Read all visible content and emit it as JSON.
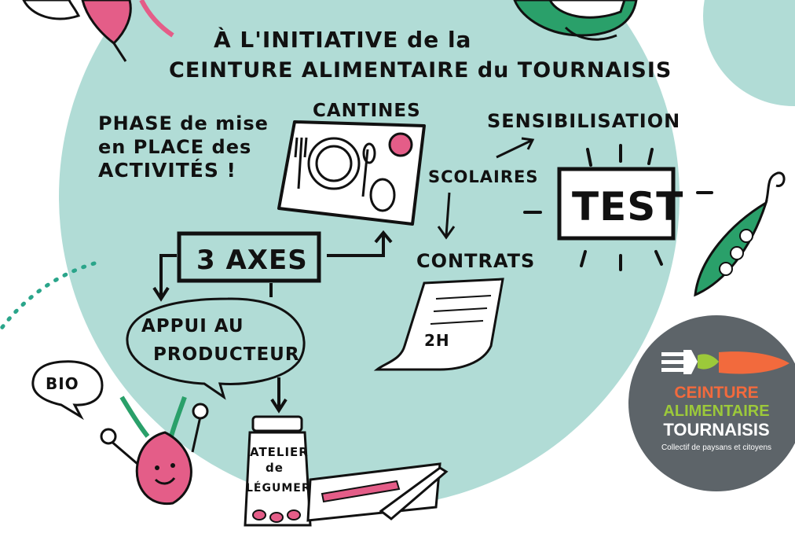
{
  "header": {
    "line1": "À L'INITIATIVE de la",
    "line2": "CEINTURE ALIMENTAIRE du TOURNAISIS"
  },
  "phase_note": {
    "line1": "PHASE de mise",
    "line2": "en PLACE des",
    "line3": "ACTIVITÉS !"
  },
  "axes_box": "3 AXES",
  "cantines": "CANTINES",
  "scolaires": "SCOLAIRES",
  "sensibilisation": "SENSIBILISATION",
  "test": "TEST",
  "contrats": "CONTRATS",
  "contract_signature": "2H",
  "appui": {
    "line1": "APPUI AU",
    "line2": "PRODUCTEUR"
  },
  "bio": "BIO",
  "atelier": {
    "line1": "ATELIER",
    "line2": "de",
    "line3": "LÉGUMERIE"
  },
  "logo": {
    "line1": "CEINTURE",
    "line2": "ALIMENTAIRE",
    "line3": "TOURNAISIS",
    "tagline": "Collectif de paysans et citoyens"
  },
  "colors": {
    "circle": "#b1dcd6",
    "logo_bg": "#5d6469",
    "logo_orange": "#f26a3d",
    "logo_green": "#9cc93a",
    "beet": "#e45d88",
    "leaf_green": "#2aa06a"
  }
}
